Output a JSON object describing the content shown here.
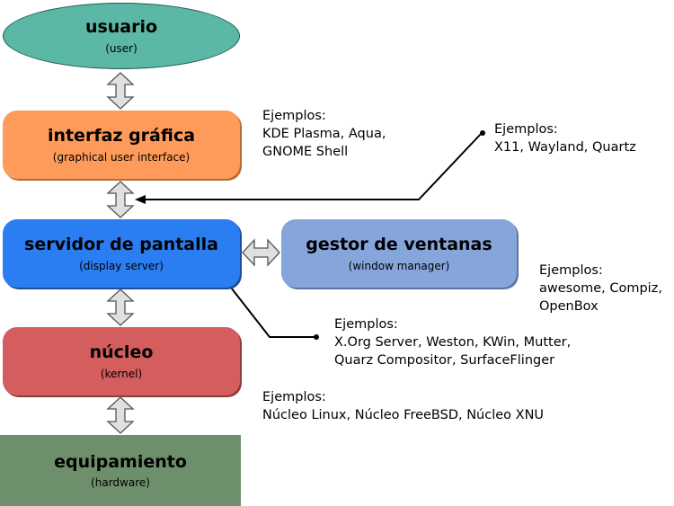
{
  "colors": {
    "usuario": "#5bb8a6",
    "interfaz": "#fe9b5a",
    "servidor": "#2b7df2",
    "gestor": "#86a6db",
    "nucleo": "#d45d5d",
    "equipamiento": "#6e8f6b",
    "arrow_fill": "#e0e0e0",
    "arrow_stroke": "#555555"
  },
  "nodes": {
    "usuario": {
      "title": "usuario",
      "subtitle": "(user)"
    },
    "interfaz": {
      "title": "interfaz gráfica",
      "subtitle": "(graphical user interface)"
    },
    "servidor": {
      "title": "servidor de pantalla",
      "subtitle": "(display server)"
    },
    "gestor": {
      "title": "gestor de ventanas",
      "subtitle": "(window manager)"
    },
    "nucleo": {
      "title": "núcleo",
      "subtitle": "(kernel)"
    },
    "equipamiento": {
      "title": "equipamiento",
      "subtitle": "(hardware)"
    }
  },
  "examples": {
    "gui": [
      "Ejemplos:",
      "KDE Plasma, Aqua,",
      "GNOME Shell"
    ],
    "display_protocol": [
      "Ejemplos:",
      "X11, Wayland, Quartz"
    ],
    "window_manager": [
      "Ejemplos:",
      "awesome, Compiz,",
      "OpenBox"
    ],
    "display_server": [
      "Ejemplos:",
      "X.Org Server, Weston, KWin, Mutter,",
      "Quarz Compositor, SurfaceFlinger"
    ],
    "kernel": [
      "Ejemplos:",
      "Núcleo Linux, Núcleo FreeBSD, Núcleo XNU"
    ]
  }
}
